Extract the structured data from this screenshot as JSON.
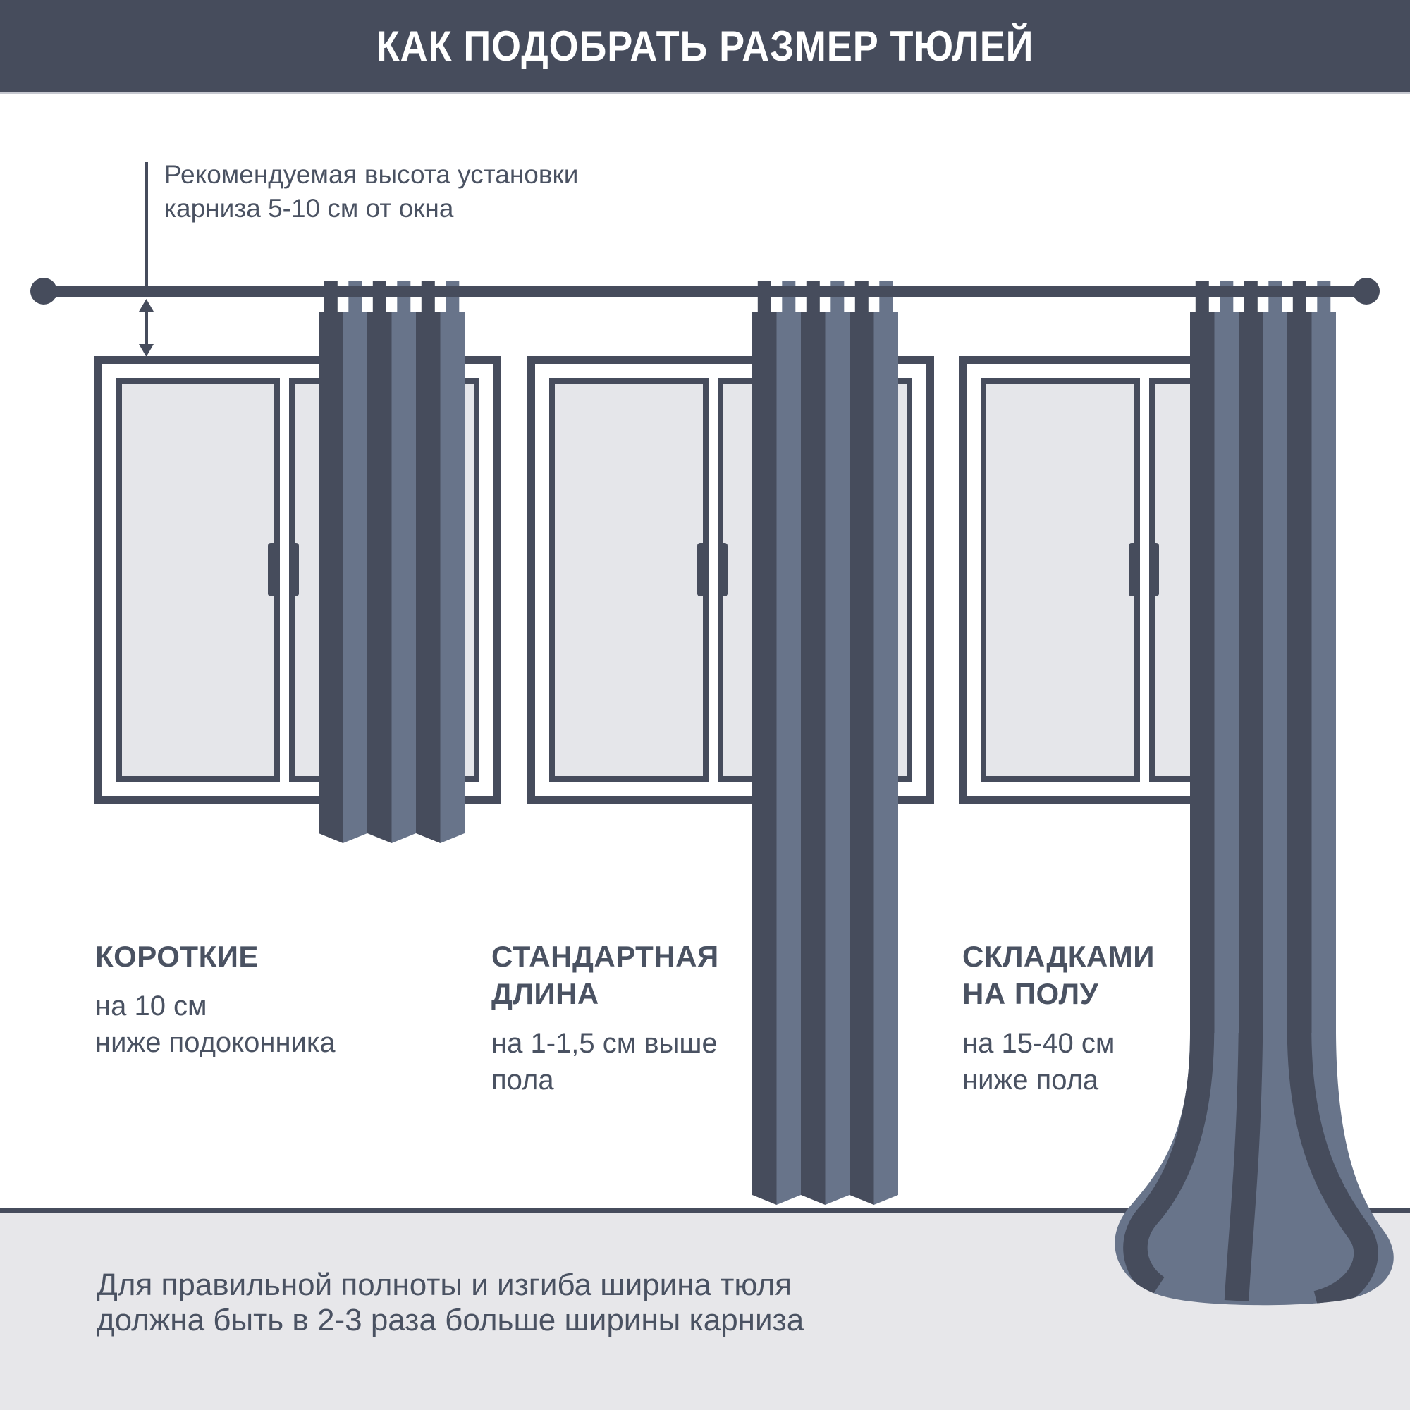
{
  "header": {
    "title": "КАК ПОДОБРАТЬ РАЗМЕР ТЮЛЕЙ"
  },
  "annotation": {
    "text": "Рекомендуемая высота установки\nкарниза 5-10 см от окна"
  },
  "labels": [
    {
      "title": "КОРОТКИЕ",
      "desc": "на 10 см\nниже подоконника"
    },
    {
      "title": "СТАНДАРТНАЯ\nДЛИНА",
      "desc": "на 1-1,5 см выше\nпола"
    },
    {
      "title": "СКЛАДКАМИ\nНА ПОЛУ",
      "desc": "на 15-40 см\nниже пола"
    }
  ],
  "footnote": {
    "text": "Для правильной полноты и изгиба ширина тюля\nдолжна быть в 2-3 раза больше ширины карниза"
  },
  "measurements": {
    "rod_height_above_window": "5-10 см",
    "short_below_sill": "10 см",
    "standard_above_floor": "1-1,5 см",
    "folds_below_floor": "15-40 см",
    "width_rule": "2-3 раза"
  },
  "colors": {
    "header_bg": "#464C5C",
    "ink": "#4A5262",
    "dark": "#464C5C",
    "light": "#68748A",
    "glass": "#E5E6EA",
    "floor": "#E7E7EA",
    "underline": "#C6C8D0",
    "white": "#FFFFFF"
  }
}
